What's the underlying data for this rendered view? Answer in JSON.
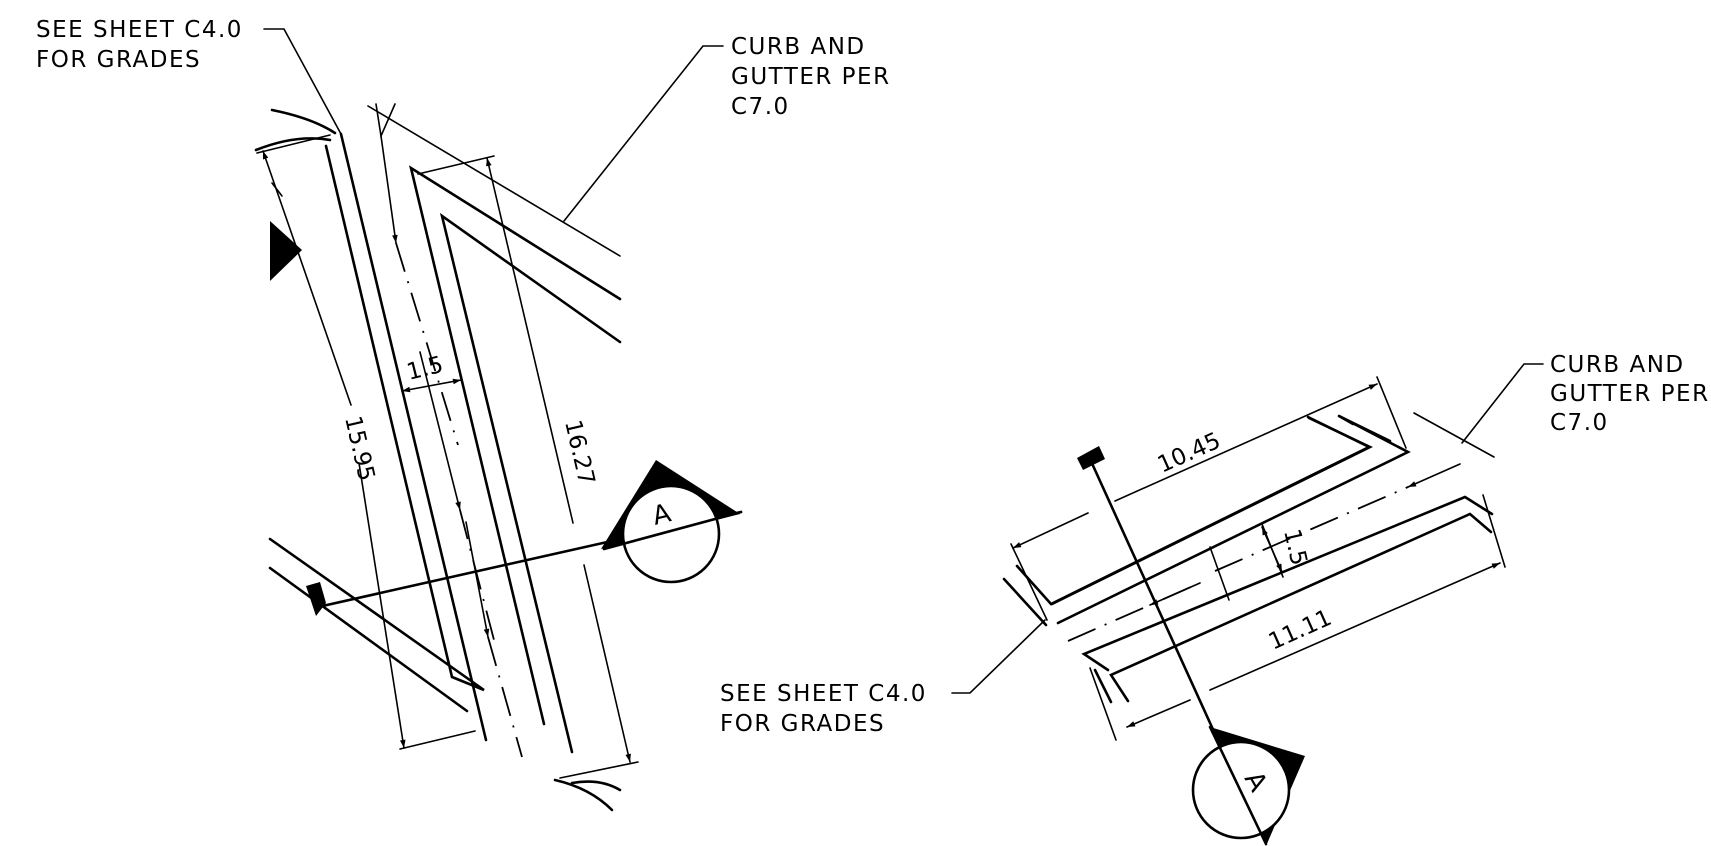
{
  "colors": {
    "ink": "#000000",
    "paper": "#ffffff"
  },
  "left_detail": {
    "note_grades": {
      "line1": "SEE SHEET C4.0",
      "line2": "FOR GRADES"
    },
    "note_curb": {
      "line1": "CURB AND",
      "line2": "GUTTER PER",
      "line3": "C7.0"
    },
    "dim_long_left": "15.95",
    "dim_width": "1.5",
    "dim_long_right": "16.27",
    "section_bubble": "A"
  },
  "right_detail": {
    "note_grades": {
      "line1": "SEE SHEET C4.0",
      "line2": "FOR GRADES"
    },
    "note_curb": {
      "line1": "CURB AND",
      "line2": "GUTTER PER",
      "line3": "C7.0"
    },
    "dim_top": "10.45",
    "dim_width": "1.5",
    "dim_bottom": "11.11",
    "section_bubble": "A"
  }
}
